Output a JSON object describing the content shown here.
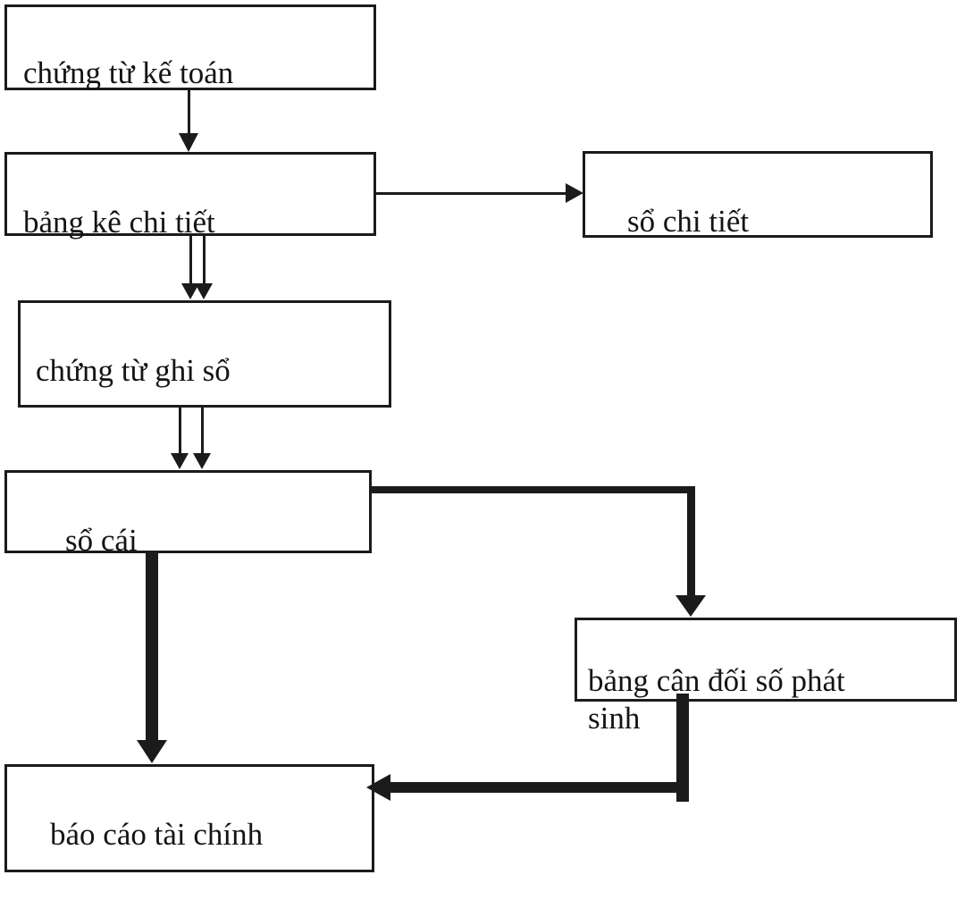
{
  "diagram": {
    "background_color": "#ffffff",
    "line_color": "#1b1b1b",
    "text_color": "#141414",
    "nodes": [
      {
        "id": "chung-tu-ke-toan",
        "label": "chứng từ kế toán"
      },
      {
        "id": "bang-ke-chi-tiet",
        "label": "bảng kê chi tiết"
      },
      {
        "id": "so-chi-tiet",
        "label": "sổ chi tiết"
      },
      {
        "id": "chung-tu-ghi-so",
        "label": "chứng từ ghi sổ"
      },
      {
        "id": "so-cai",
        "label": "sổ cái"
      },
      {
        "id": "bang-can-doi-so-phat-sinh",
        "label": "bảng cân đối số phát\nsinh"
      },
      {
        "id": "bao-cao-tai-chinh",
        "label": "báo cáo tài chính"
      }
    ],
    "edges": [
      {
        "from": "chung-tu-ke-toan",
        "to": "bang-ke-chi-tiet",
        "style": "thin-single-down"
      },
      {
        "from": "bang-ke-chi-tiet",
        "to": "so-chi-tiet",
        "style": "thin-single-right"
      },
      {
        "from": "bang-ke-chi-tiet",
        "to": "chung-tu-ghi-so",
        "style": "thin-double-down"
      },
      {
        "from": "chung-tu-ghi-so",
        "to": "so-cai",
        "style": "thin-double-down"
      },
      {
        "from": "so-cai",
        "to": "bang-can-doi-so-phat-sinh",
        "style": "thick-elbow-right-down"
      },
      {
        "from": "so-cai",
        "to": "bao-cao-tai-chinh",
        "style": "thick-down"
      },
      {
        "from": "bang-can-doi-so-phat-sinh",
        "to": "bao-cao-tai-chinh",
        "style": "thick-elbow-down-left"
      }
    ]
  }
}
